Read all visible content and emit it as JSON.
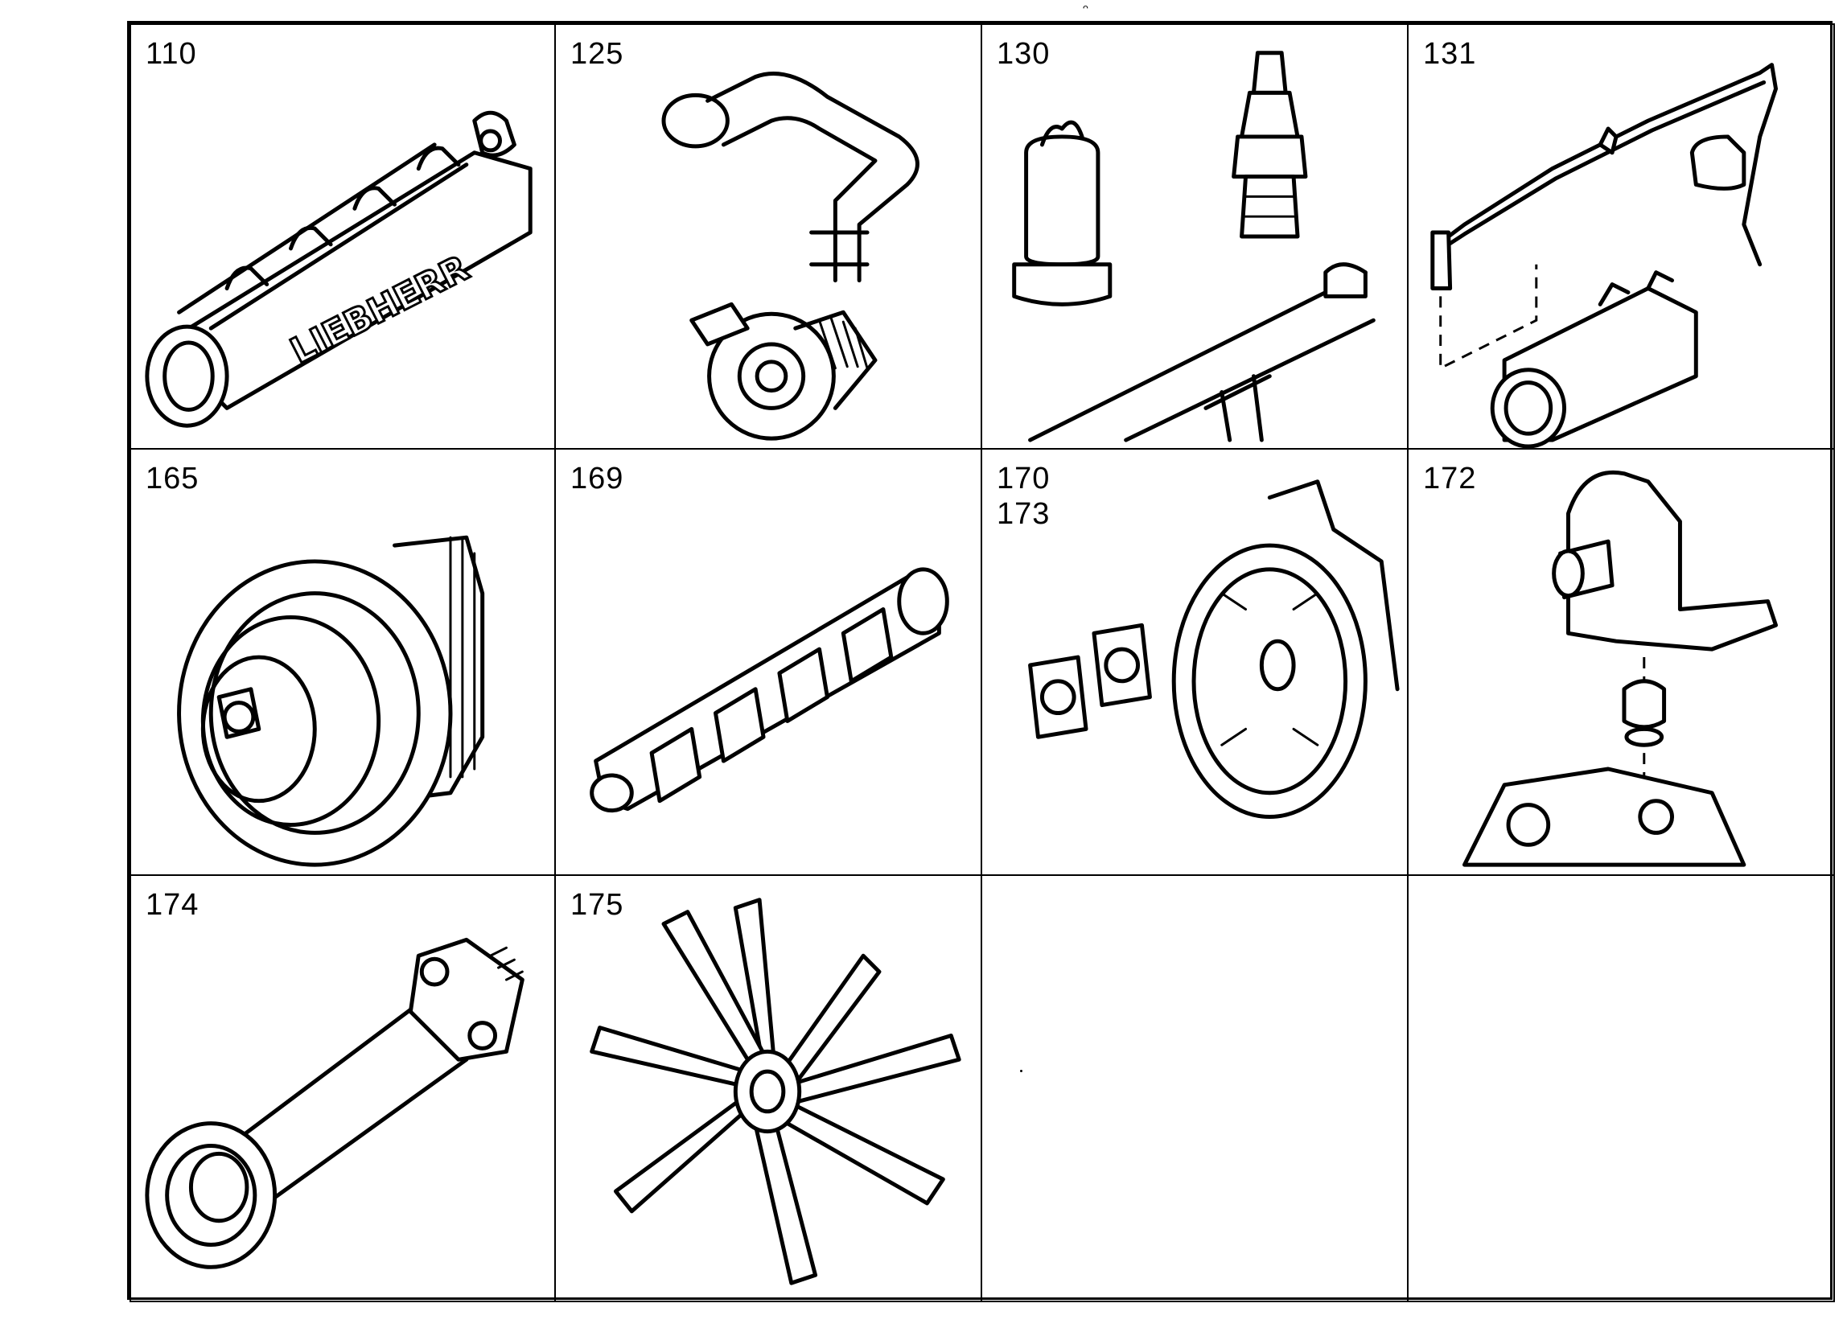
{
  "sheet": {
    "stray_mark": "ᵔ",
    "cells": [
      {
        "id": "110",
        "label": "110",
        "part": "intake-manifold",
        "logo_text": "LIEBHERR"
      },
      {
        "id": "125",
        "label": "125",
        "part": "turbocharger-hose"
      },
      {
        "id": "130",
        "label": "130",
        "part": "sensor-and-injector"
      },
      {
        "id": "131",
        "label": "131",
        "part": "fuel-line-assembly"
      },
      {
        "id": "165",
        "label": "165",
        "part": "pulley-damper"
      },
      {
        "id": "169",
        "label": "169",
        "part": "exhaust-manifold"
      },
      {
        "id": "170",
        "label": "170\n173",
        "part": "flywheel-housing"
      },
      {
        "id": "172",
        "label": "172",
        "part": "thermostat-housing"
      },
      {
        "id": "174",
        "label": "174",
        "part": "drive-shaft"
      },
      {
        "id": "175",
        "label": "175",
        "part": "fan-blade"
      },
      {
        "id": "empty-1",
        "label": "",
        "part": ""
      },
      {
        "id": "empty-2",
        "label": "",
        "part": ""
      }
    ]
  }
}
